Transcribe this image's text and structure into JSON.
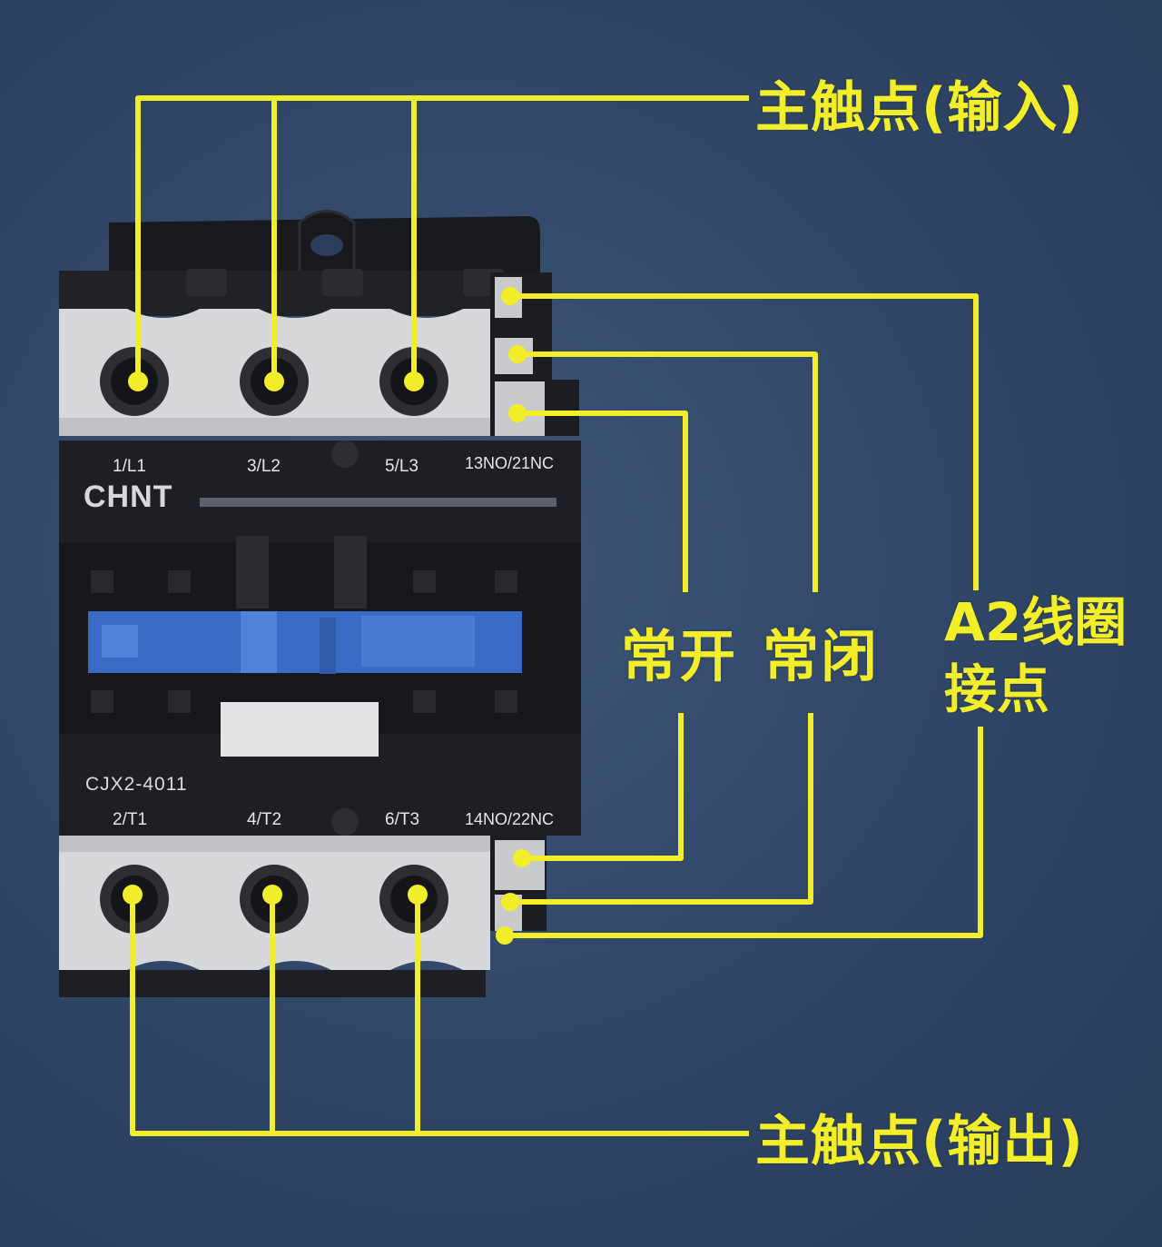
{
  "labels": {
    "main_input": "主触点(输入)",
    "main_output": "主触点(输出)",
    "normally_open": "常开",
    "normally_closed": "常闭",
    "coil_contact_line1": "A2线圈",
    "coil_contact_line2": "接点"
  },
  "device": {
    "brand": "CHNT",
    "model": "CJX2-4011",
    "top_terminals": [
      "1/L1",
      "3/L2",
      "5/L3",
      "13NO/21NC"
    ],
    "bottom_terminals": [
      "2/T1",
      "4/T2",
      "6/T3",
      "14NO/22NC"
    ]
  },
  "colors": {
    "background": "#2f4566",
    "callout": "#f2ee2a",
    "housing": "#1d1f24",
    "terminal_block": "#d9d9d9",
    "armature": "#3a6bc4"
  }
}
